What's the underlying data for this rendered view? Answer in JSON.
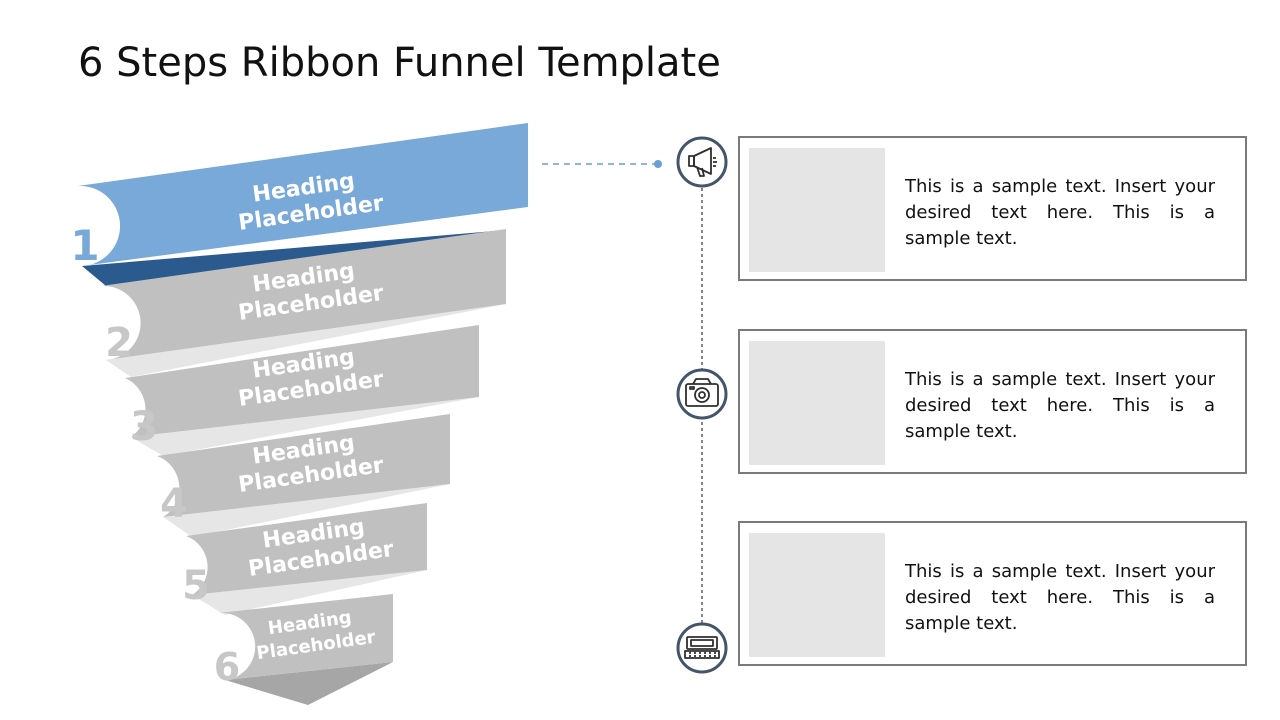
{
  "slide": {
    "title": "6 Steps Ribbon Funnel Template"
  },
  "funnel": {
    "steps": [
      {
        "number": "1",
        "heading_line1": "Heading",
        "heading_line2": "Placeholder",
        "active": true
      },
      {
        "number": "2",
        "heading_line1": "Heading",
        "heading_line2": "Placeholder",
        "active": false
      },
      {
        "number": "3",
        "heading_line1": "Heading",
        "heading_line2": "Placeholder",
        "active": false
      },
      {
        "number": "4",
        "heading_line1": "Heading",
        "heading_line2": "Placeholder",
        "active": false
      },
      {
        "number": "5",
        "heading_line1": "Heading",
        "heading_line2": "Placeholder",
        "active": false
      },
      {
        "number": "6",
        "heading_line1": "Heading",
        "heading_line2": "Placeholder",
        "active": false
      }
    ]
  },
  "timeline": {
    "icons": [
      "megaphone-icon",
      "camera-icon",
      "cash-register-icon"
    ]
  },
  "cards": [
    {
      "text": "This is a sample text. Insert your desired text here. This is a sample text."
    },
    {
      "text": "This is a sample text. Insert your desired text here. This is a sample text."
    },
    {
      "text": "This is a sample text. Insert your desired text here. This is a sample text."
    }
  ],
  "colors": {
    "active_face": "#78a9d9",
    "active_fold": "#2b5a8e",
    "inactive_face": "#c0c0c0",
    "inactive_fold": "#e6e6e6",
    "bottom_tip": "#a6a6a6",
    "step_text": "#ffffff",
    "active_number": "#78a9d9",
    "inactive_number": "#c7c7c7",
    "connector_line": "#6a9fd3",
    "icon_border": "#44546a",
    "card_border": "#7a7a7a",
    "placeholder_image": "#e6e5e6"
  }
}
